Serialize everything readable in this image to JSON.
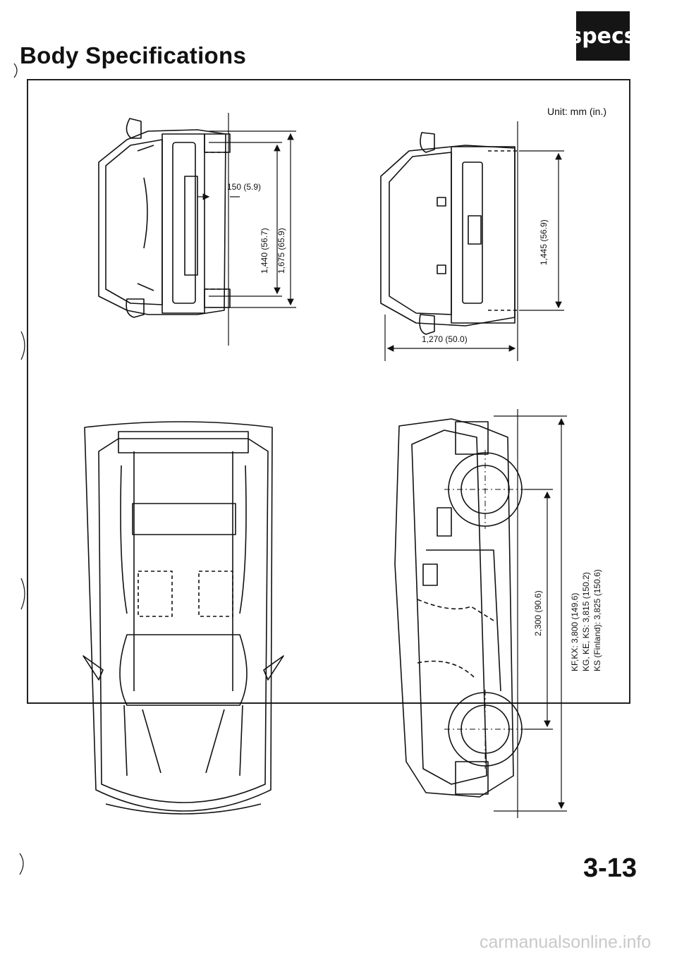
{
  "header": {
    "title": "Body Specifications",
    "badge": "specs"
  },
  "unit_note": "Unit: mm (in.)",
  "front_view": {
    "offset_label": "150 (5.9)",
    "height_1": "1,440 (56.7)",
    "height_2": "1,675 (65.9)"
  },
  "rear_view": {
    "height": "1,445 (56.9)",
    "track_width": "1,270 (50.0)"
  },
  "side_view": {
    "wheelbase": "2,300 (90.6)",
    "lengths": [
      "KF,KX: 3,800 (149.6)",
      "KG, KE, KS: 3,815 (150.2)",
      "KS (Finland): 3,825 (150.6)"
    ]
  },
  "footer": {
    "page_number": "3-13",
    "watermark": "carmanualsonline.info"
  }
}
